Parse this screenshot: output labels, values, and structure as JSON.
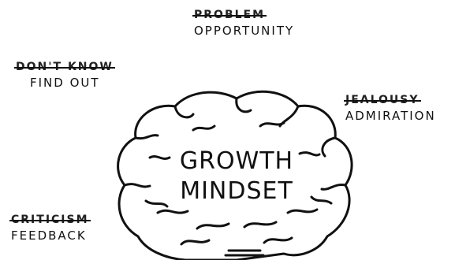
{
  "pairs": {
    "top": {
      "old": "PROBLEM",
      "new": "OPPORTUNITY"
    },
    "left": {
      "old": "DON'T KNOW",
      "new": "FIND OUT"
    },
    "right": {
      "old": "JEALOUSY",
      "new": "ADMIRATION"
    },
    "bottom_left": {
      "old": "CRITICISM",
      "new": "FEEDBACK"
    }
  },
  "brain": {
    "line1": "GROWTH",
    "line2": "MINDSET"
  },
  "colors": {
    "ink": "#111111",
    "background": "#ffffff"
  },
  "icons": [
    "brain-icon"
  ]
}
